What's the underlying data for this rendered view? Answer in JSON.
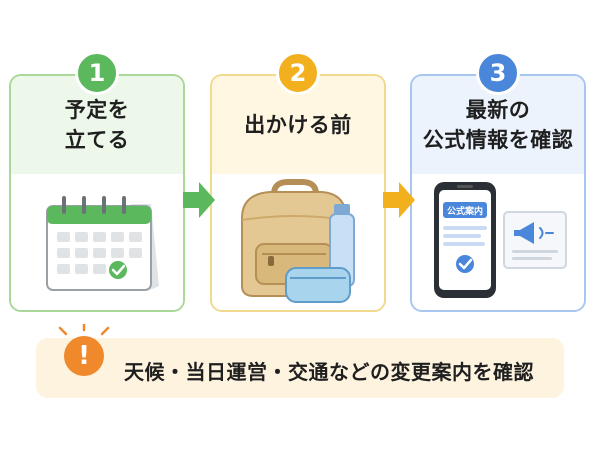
{
  "steps": [
    {
      "number": "1",
      "title_lines": [
        "予定を",
        "立てる"
      ],
      "icon": "calendar-icon",
      "color": "#5cb85c"
    },
    {
      "number": "2",
      "title_lines": [
        "出かける前"
      ],
      "icon": "backpack-icon",
      "color": "#f2b01e"
    },
    {
      "number": "3",
      "title_lines": [
        "最新の",
        "公式情報を確認"
      ],
      "icon": "smartphone-announcement-icon",
      "color": "#4a86d9",
      "phone_badge": "公式案内"
    }
  ],
  "notice": {
    "icon": "exclamation-icon",
    "text": "天候・当日運営・交通などの変更案内を確認",
    "color": "#f0882c"
  }
}
